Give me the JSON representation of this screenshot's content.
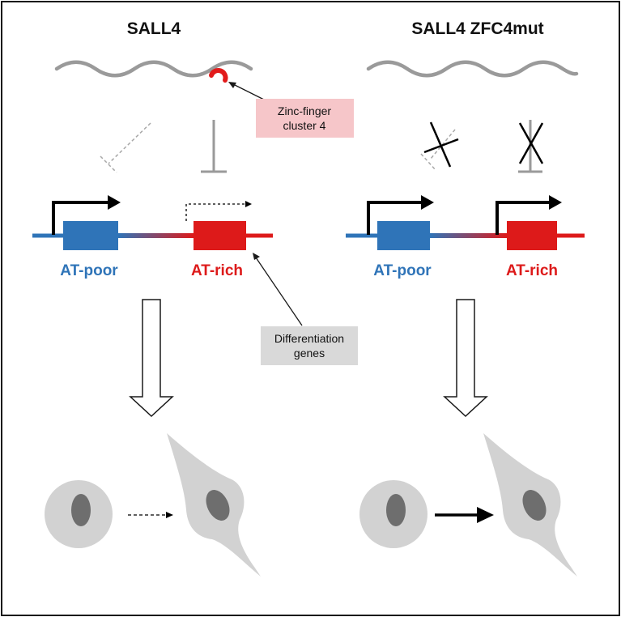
{
  "titles": {
    "left": "SALL4",
    "right": "SALL4 ZFC4mut"
  },
  "labels": {
    "left_at_poor": "AT-poor",
    "left_at_rich": "AT-rich",
    "right_at_poor": "AT-poor",
    "right_at_rich": "AT-rich"
  },
  "callouts": {
    "zinc_finger_line1": "Zinc-finger",
    "zinc_finger_line2": "cluster 4",
    "differentiation_line1": "Differentiation",
    "differentiation_line2": "genes"
  },
  "colors": {
    "at_poor": "#2f74b8",
    "at_rich": "#dd1a1a",
    "protein": "#9a9a9a",
    "zinc_finger": "#e21b1b",
    "zinc_callout_bg": "#f6c6c9",
    "diff_callout_bg": "#d9d9d9",
    "cell_fill": "#d2d2d2",
    "nucleus_fill": "#6e6e6e"
  }
}
